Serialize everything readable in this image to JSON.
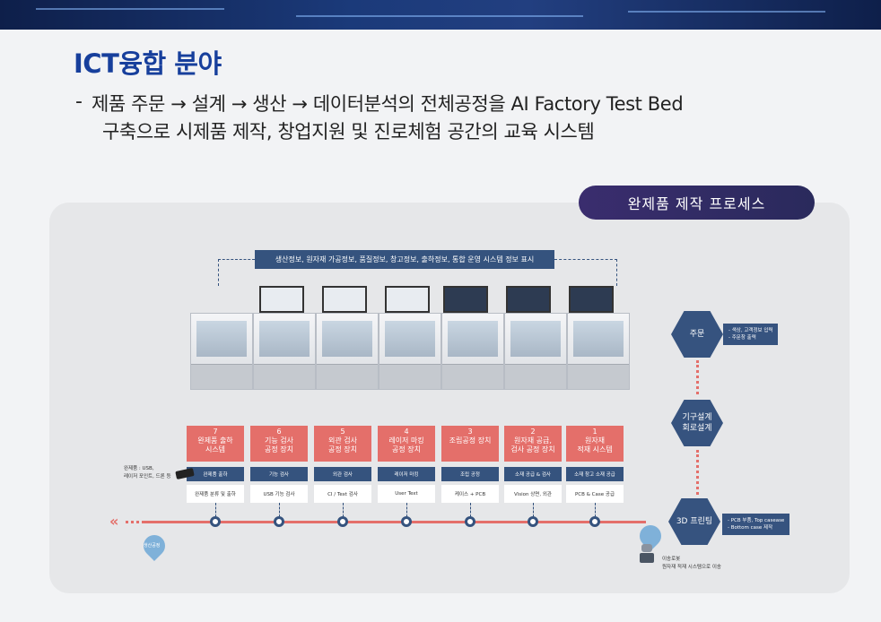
{
  "header": {
    "title": "ICT융합 분야",
    "dash": "-",
    "desc_line1": "제품 주문 → 설계 → 생산 → 데이터분석의 전체공정을 AI Factory Test Bed",
    "desc_line2": "구축으로 시제품 제작, 창업지원 및 진로체험 공간의 교육 시스템"
  },
  "process_pill": "완제품 제작 프로세스",
  "info_banner": "생산정보, 원자재 가공정보, 품질정보, 창고정보, 출하정보, 통합 운영 시스템 정보 표시",
  "steps": [
    {
      "num": "7",
      "title": "완제품 출하\n시스템",
      "sub": "완제품 출하",
      "task": "완제품 분류 및 출하"
    },
    {
      "num": "6",
      "title": "기능 검사\n공정 장치",
      "sub": "기능 검사",
      "task": "USB 기능 검사"
    },
    {
      "num": "5",
      "title": "외관 검사\n공정 장치",
      "sub": "외관 검사",
      "task": "CI / Text 검사"
    },
    {
      "num": "4",
      "title": "레이저 마킹\n공정 장치",
      "sub": "레이저 마킹",
      "task": "User Text"
    },
    {
      "num": "3",
      "title": "조립공정 장치",
      "sub": "조립 공정",
      "task": "케이스 + PCB"
    },
    {
      "num": "2",
      "title": "원자재 공급,\n검사 공정 장치",
      "sub": "소재 공급 & 검사",
      "task": "Vision 상면, 외관"
    },
    {
      "num": "1",
      "title": "원자재\n적재 시스템",
      "sub": "소재 창고 소재 공급",
      "task": "PCB & Case 공급"
    }
  ],
  "flow": [
    {
      "label": "주문",
      "note": "- 색상, 고객정보 입력\n- 주문창 출력"
    },
    {
      "label": "기구설계\n회로설계",
      "note": ""
    },
    {
      "label": "3D 프린팅",
      "note": "- PCB 부품, Top casease\n- Bottom case 제작"
    }
  ],
  "product_label": "완제품 : USB,\n레이저 포인트, 드론 등",
  "production_pin": "생산공정",
  "robot_label": "이송로봇\n원자재 적재 시스템으로 이송",
  "colors": {
    "accent_red": "#e46f6a",
    "navy": "#35537e",
    "title_blue": "#173f9c",
    "pill": "#3a2d6e"
  }
}
